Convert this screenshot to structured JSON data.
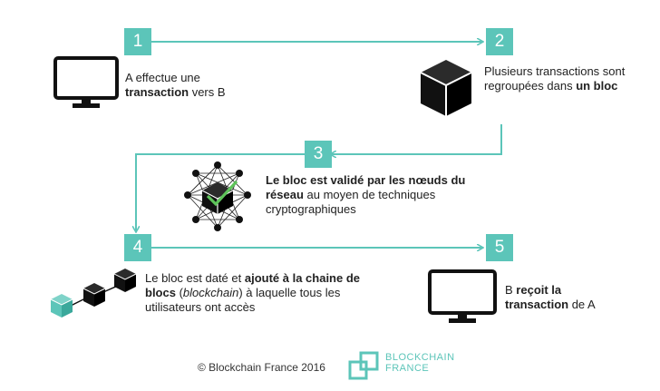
{
  "colors": {
    "accent": "#5cc5b9",
    "icon": "#111111"
  },
  "steps": [
    {
      "number": "1",
      "parts": [
        {
          "text": "A effectue une ",
          "bold": false
        },
        {
          "text": "transaction",
          "bold": true
        },
        {
          "text": " vers B",
          "bold": false
        }
      ]
    },
    {
      "number": "2",
      "parts": [
        {
          "text": "Plusieurs transactions sont regroupées dans ",
          "bold": false
        },
        {
          "text": "un bloc",
          "bold": true
        }
      ]
    },
    {
      "number": "3",
      "parts": [
        {
          "text": "Le bloc est validé par les nœuds du réseau",
          "bold": true
        },
        {
          "text": " au moyen de techniques cryptographiques",
          "bold": false
        }
      ]
    },
    {
      "number": "4",
      "parts": [
        {
          "text": "Le bloc est daté et ",
          "bold": false
        },
        {
          "text": "ajouté à la chaine de blocs",
          "bold": true
        },
        {
          "text": " (",
          "bold": false
        },
        {
          "text": "blockchain",
          "bold": false,
          "italic": true
        },
        {
          "text": ") à laquelle tous les utilisateurs ont accès",
          "bold": false
        }
      ]
    },
    {
      "number": "5",
      "parts": [
        {
          "text": "B ",
          "bold": false
        },
        {
          "text": "reçoit la transaction",
          "bold": true
        },
        {
          "text": " de A",
          "bold": false
        }
      ]
    }
  ],
  "footer": {
    "copyright": "© Blockchain France 2016",
    "brand_line1": "BLOCKCHAIN",
    "brand_line2": "FRANCE"
  },
  "icons": [
    "monitor-icon",
    "cube-icon",
    "network-validation-icon",
    "block-chain-icon",
    "monitor-icon"
  ]
}
